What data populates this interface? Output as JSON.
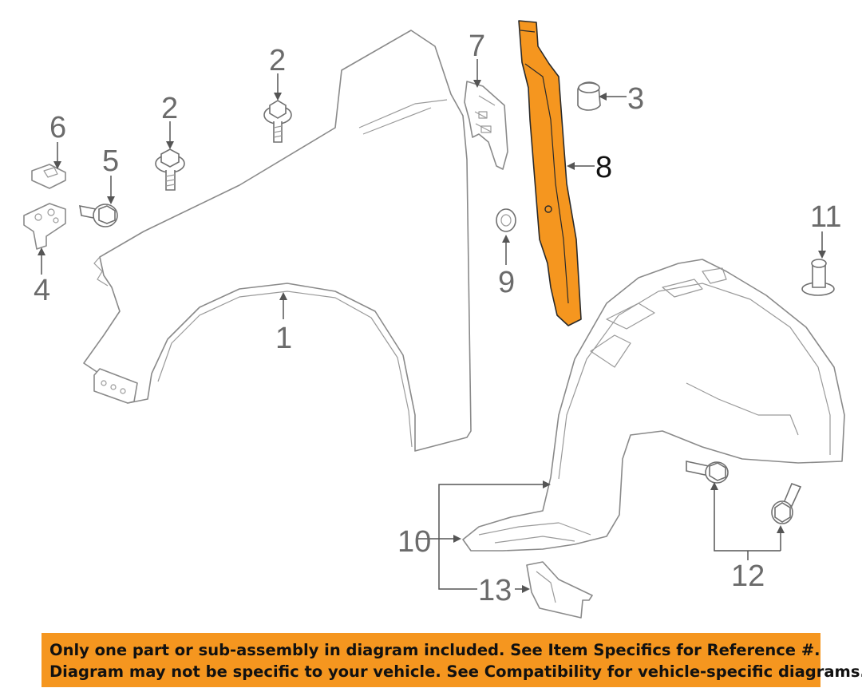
{
  "callouts": {
    "c1": "1",
    "c2a": "2",
    "c2b": "2",
    "c3": "3",
    "c4": "4",
    "c5": "5",
    "c6": "6",
    "c7": "7",
    "c8": "8",
    "c9": "9",
    "c10": "10",
    "c11": "11",
    "c12": "12",
    "c13": "13"
  },
  "notice": {
    "line1": "Only one part or sub-assembly in diagram included. See Item Specifics for Reference #.",
    "line2": "Diagram may not be specific to your vehicle. See Compatibility for vehicle-specific diagrams."
  },
  "colors": {
    "highlight": "#f5961f",
    "notice_background": "#f5961f",
    "line": "#8a8a8a",
    "callout_text": "#6b6b6b"
  }
}
